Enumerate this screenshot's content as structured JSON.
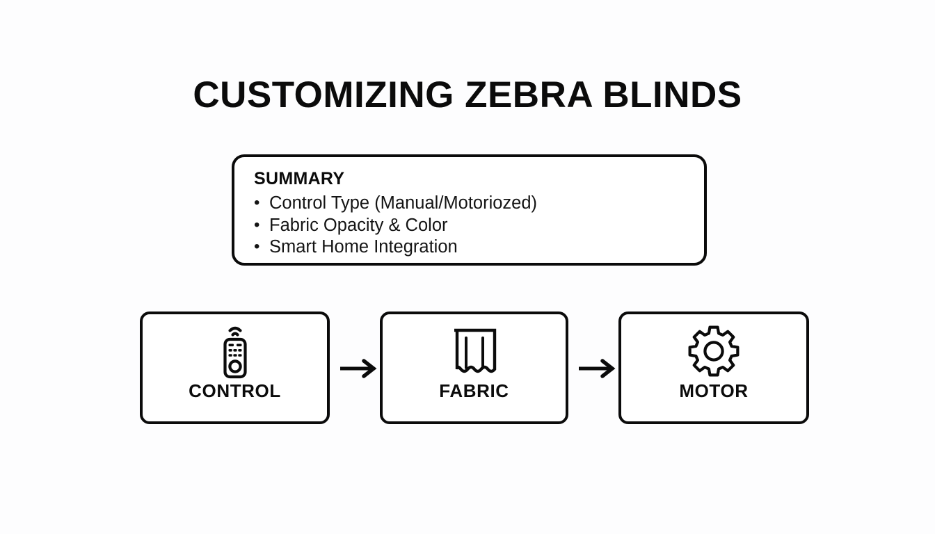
{
  "page": {
    "title": "CUSTOMIZING ZEBRA BLINDS",
    "background_color": "#fdfdfe",
    "ink_color": "#0b0b0b"
  },
  "summary": {
    "heading": "SUMMARY",
    "bullet_glyph": "•",
    "items": [
      "Control Type (Manual/Motoriozed)",
      "Fabric Opacity & Color",
      "Smart Home Integration"
    ]
  },
  "flow": {
    "steps": [
      {
        "label": "CONTROL",
        "icon": "remote-control-icon"
      },
      {
        "label": "FABRIC",
        "icon": "fabric-blind-icon"
      },
      {
        "label": "MOTOR",
        "icon": "gear-icon"
      }
    ],
    "connectors": [
      {
        "icon": "arrow-right-icon"
      },
      {
        "icon": "arrow-right-icon"
      }
    ]
  }
}
